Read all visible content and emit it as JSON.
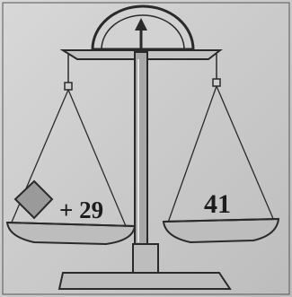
{
  "left_pan": {
    "shape": "diamond",
    "expression": "+ 29"
  },
  "right_pan": {
    "value": "41"
  },
  "colors": {
    "background": "#cfcfcf",
    "line": "#2a2a2a",
    "pan_fill": "#bdbdbd",
    "post_fill": "#a8a8a8",
    "diamond_fill": "#9a9a9a"
  }
}
